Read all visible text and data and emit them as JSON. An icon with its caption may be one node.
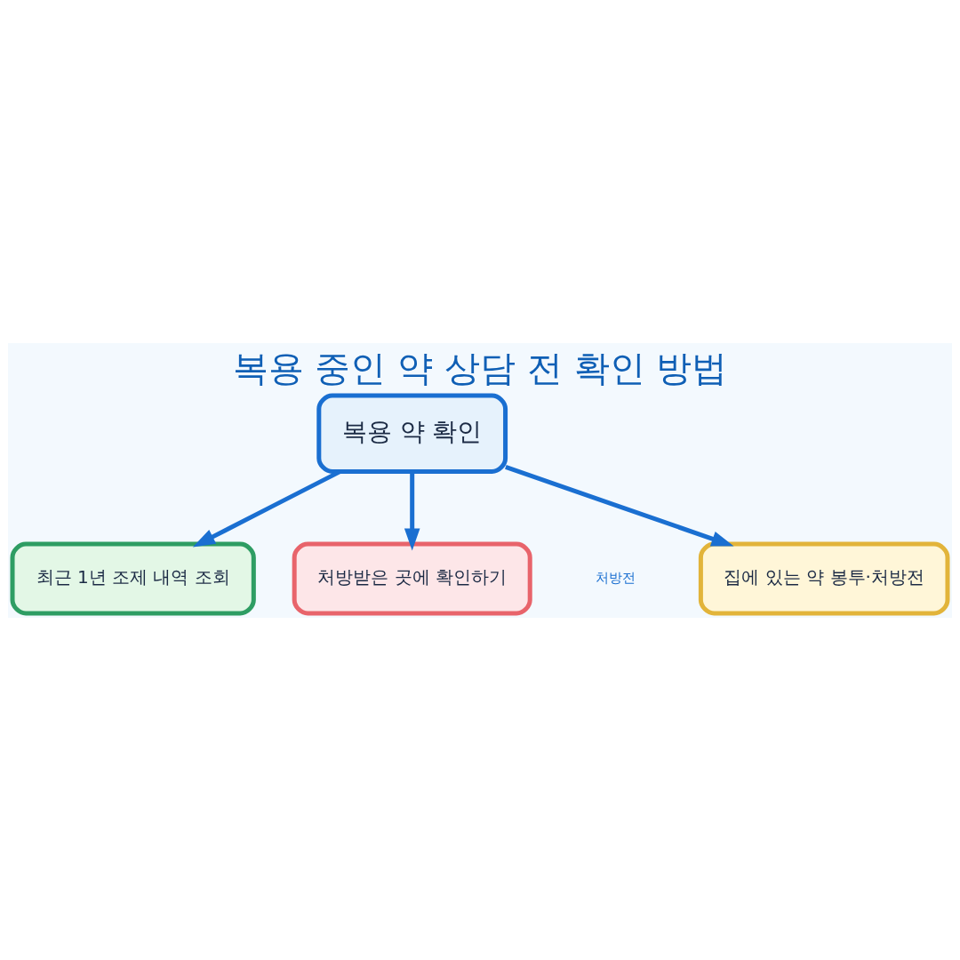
{
  "diagram": {
    "title": "복용 중인 약 상담 전 확인 방법",
    "nodes": [
      {
        "text": [
          "복용 약 확인"
        ]
      },
      {
        "text": [
          "집에 있는 약 봉투·처방전"
        ]
      },
      {
        "text": [
          "최근 1년 조제 내역 조회"
        ]
      },
      {
        "text": [
          "처방받은 곳에 확인하기"
        ]
      }
    ],
    "edges": [
      {
        "from": 0,
        "to": 1,
        "arrow": "to"
      },
      {
        "from": 0,
        "to": 2,
        "arrow": "to"
      },
      {
        "from": 0,
        "to": 3,
        "arrow": "to"
      }
    ],
    "labels": [
      "처방전"
    ]
  }
}
